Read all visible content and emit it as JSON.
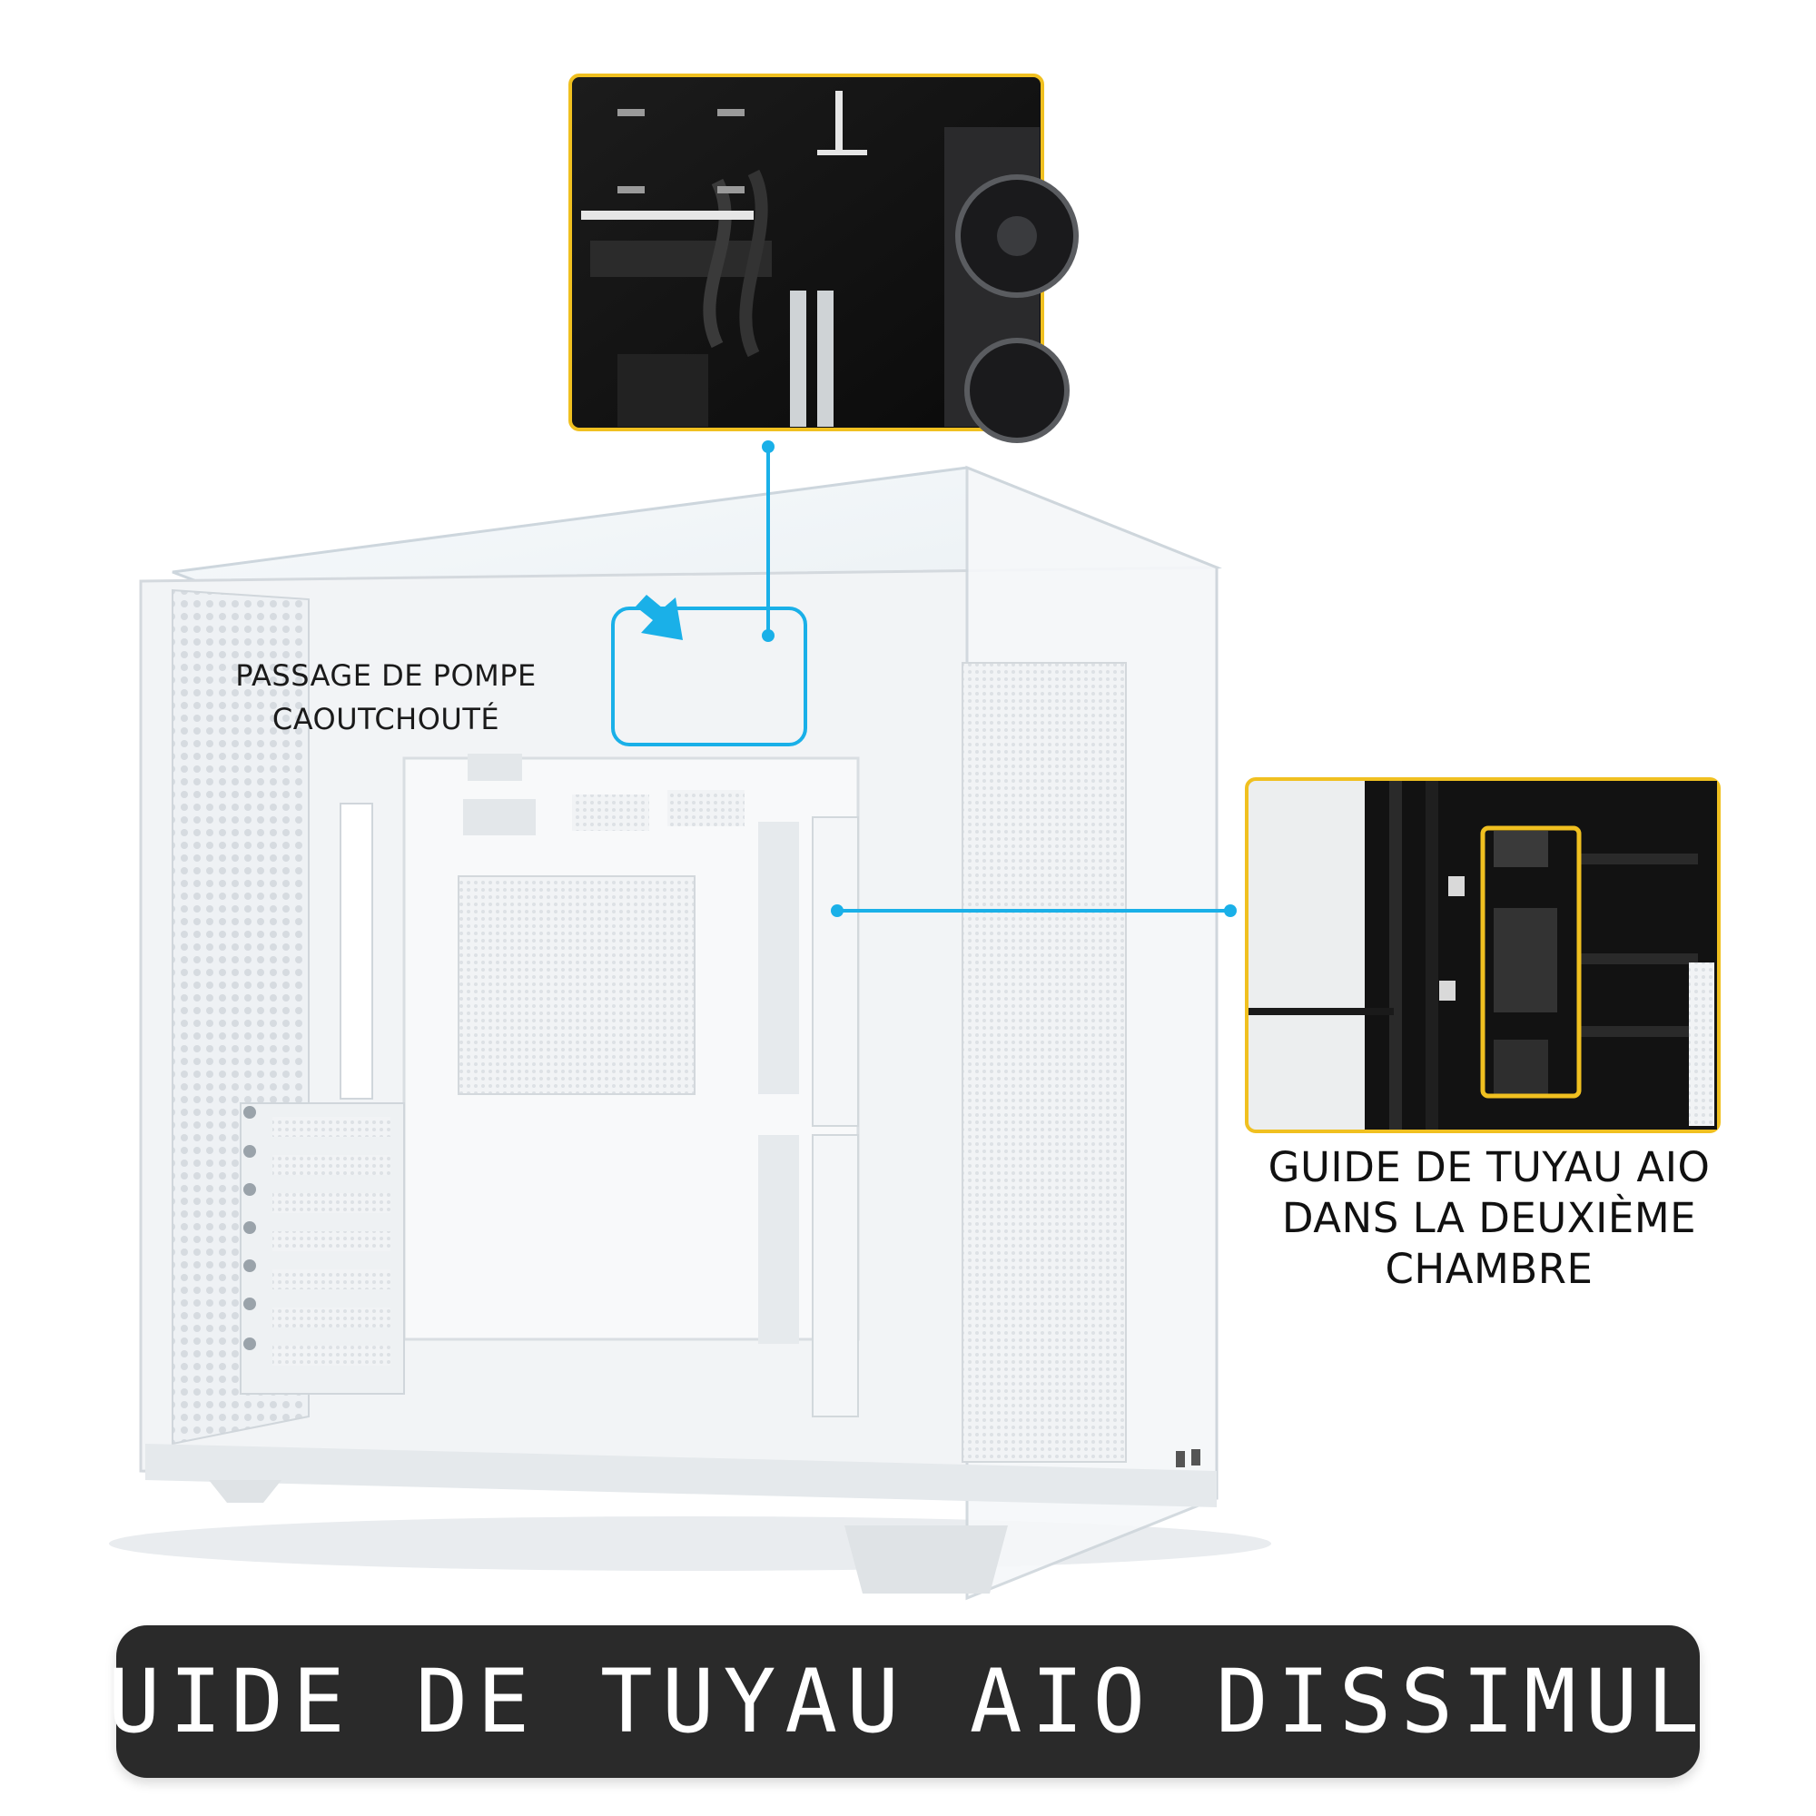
{
  "annotations": {
    "pump_passage": {
      "lines": [
        "PASSAGE DE POMPE",
        "CAOUTCHOUTÉ"
      ]
    },
    "aio_guide": {
      "lines": [
        "GUIDE DE TUYAU AIO",
        "DANS LA DEUXIÈME",
        "CHAMBRE"
      ]
    }
  },
  "banner": {
    "title": "GUIDE DE TUYAU AIO DISSIMULÉ"
  },
  "colors": {
    "callout_line": "#1ab0e8",
    "inset_border": "#f0c020",
    "banner_bg": "#2a2a2a",
    "banner_text": "#ffffff",
    "case_body": "#f2f4f6"
  },
  "icons": {
    "pump_pointer": "arrow-icon"
  }
}
